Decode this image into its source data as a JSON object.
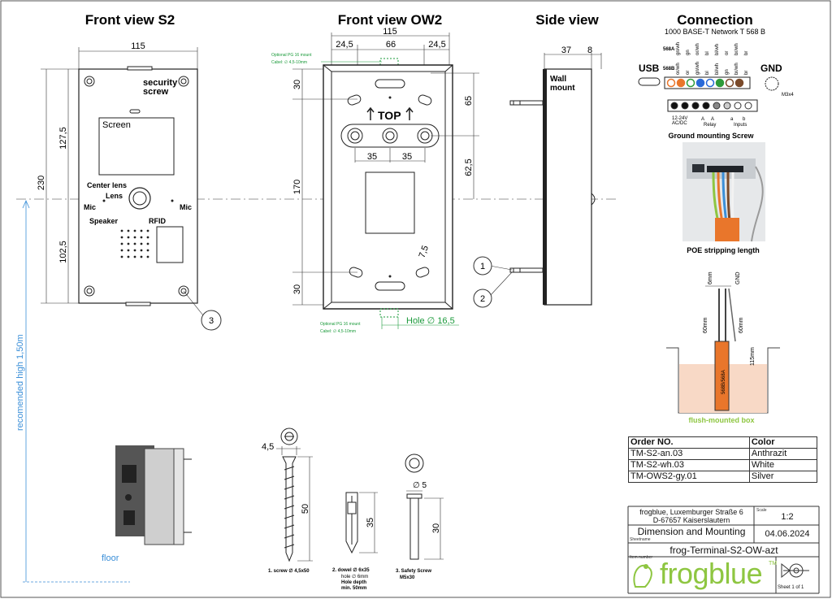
{
  "titles": {
    "front_s2": "Front view S2",
    "front_ow2": "Front view OW2",
    "side": "Side view",
    "connection": "Connection"
  },
  "front_s2": {
    "width": "115",
    "height": "230",
    "upper": "127,5",
    "lower": "102,5",
    "security_screw": [
      "security",
      "screw"
    ],
    "screen": "Screen",
    "center_lens": "Center lens",
    "lens": "Lens",
    "mic_left": "Mic",
    "mic_right": "Mic",
    "speaker": "Speaker",
    "rfid": "RFID",
    "callout_3": "3"
  },
  "front_ow2": {
    "width": "115",
    "left": "24,5",
    "mid": "66",
    "right": "24,5",
    "pg_top": [
      "Optional PG 16 mount",
      "Cabel: ∅ 4,5-10mm"
    ],
    "pg_bottom": [
      "Optional PG 16 mount",
      "Cabel: ∅ 4,5-10mm"
    ],
    "top_label": "TOP",
    "d30_top": "30",
    "d170": "170",
    "d30_bottom": "30",
    "d35_left": "35",
    "d35_right": "35",
    "d65": "65",
    "d62_5": "62,5",
    "d7_5": "7,5",
    "hole": "Hole ∅ 16,5"
  },
  "side": {
    "d37": "37",
    "d8": "8",
    "wall_mount": [
      "Wall",
      "mount"
    ],
    "callout_1": "1",
    "callout_2": "2"
  },
  "connection": {
    "subtitle": "1000 BASE-T Network T 568 B",
    "row_568a": "568A",
    "row_568b": "568B",
    "usb": "USB",
    "gnd": "GND",
    "m3x4": "M3x4",
    "wires_568a": [
      "gn/wh",
      "gn",
      "or/wh",
      "bl",
      "bl/wh",
      "or",
      "br/wh",
      "br"
    ],
    "wires_568b": [
      "or/wh",
      "or",
      "gn/wh",
      "bl",
      "bl/wh",
      "gn",
      "br/wh",
      "br"
    ],
    "power": [
      "12-24V",
      "AC/DC"
    ],
    "relay": "Relay",
    "relay_ab": [
      "A",
      "A"
    ],
    "inputs": "Inputs",
    "inputs_ab": [
      "a",
      "b"
    ],
    "ground_screw": "Ground mounting Screw",
    "poe_strip": "POE stripping length",
    "d6mm": "6mm",
    "gnd_small": "GND",
    "d60mm_a": "60mm",
    "d60mm_b": "60mm",
    "d115mm": "115mm",
    "cable_label": "568B/568A",
    "flush_box": "flush-mounted box"
  },
  "install": {
    "recommended": "recomended high 1,50m",
    "floor": "floor"
  },
  "parts": {
    "screw_dim_width": "4,5",
    "screw_dim_len": "50",
    "screw_label": "1. screw ∅ 4,5x50",
    "dowel_len": "35",
    "dowel_label": [
      "2. dowel ∅ 6x35",
      "hole ∅ 6mm",
      "Hole depth",
      "min. 50mm"
    ],
    "safety_dia": "∅ 5",
    "safety_len": "30",
    "safety_label": [
      "3. Safety Screw",
      "M5x30"
    ]
  },
  "order_table": {
    "headers": [
      "Order NO.",
      "Color"
    ],
    "rows": [
      [
        "TM-S2-an.03",
        "Anthrazit"
      ],
      [
        "TM-S2-wh.03",
        "White"
      ],
      [
        "TM-OWS2-gy.01",
        "Silver"
      ]
    ]
  },
  "title_block": {
    "company": [
      "frogblue, Luxemburger Straße 6",
      "D-67657 Kaiserslautern"
    ],
    "scale_label": "Scale",
    "scale": "1:2",
    "sheet_name": "Dimension and Mounting",
    "sheet_name_label": "Sheetname",
    "date": "04.06.2024",
    "item_number_label": "Item number",
    "item_number": "frog-Terminal-S2-OW-azt",
    "brand": "frogblue",
    "tm": "TM",
    "sheet": "Sheet 1 of 1"
  },
  "colors": {
    "brand_green": "#8ec641",
    "dim_blue": "#3b8fd8",
    "dim_green": "#1a9a3a",
    "cable_orange": "#e9762b",
    "box_fill": "#f8d9c6"
  }
}
